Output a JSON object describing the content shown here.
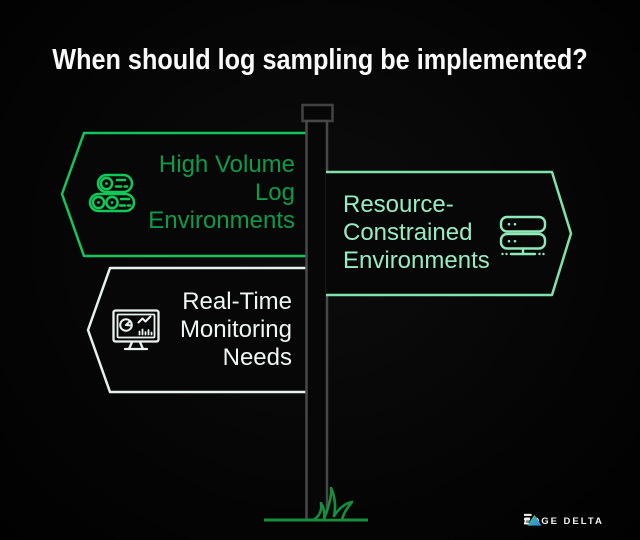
{
  "title": "When should log sampling be implemented?",
  "signs": {
    "high_volume": {
      "label": "High Volume\nLog\nEnvironments",
      "icon": "logs-icon",
      "text_color": "#0d9b4a",
      "border_color": "#13c45c",
      "direction": "left"
    },
    "resource_constrained": {
      "label": "Resource-\nConstrained\nEnvironments",
      "icon": "server-icon",
      "text_color": "#97ecc2",
      "border_color": "#7fe2ab",
      "direction": "right"
    },
    "real_time": {
      "label": "Real-Time\nMonitoring\nNeeds",
      "icon": "monitor-icon",
      "text_color": "#eef7f1",
      "border_color": "#e6f2eb",
      "direction": "left"
    }
  },
  "scene": {
    "pole_color": "#484848",
    "grass_color": "#158f3d",
    "background_color": "#060606"
  },
  "footer": {
    "brand": "EDGE DELTA",
    "logo_gradient": [
      "#3ece84",
      "#2f7fe6"
    ]
  }
}
